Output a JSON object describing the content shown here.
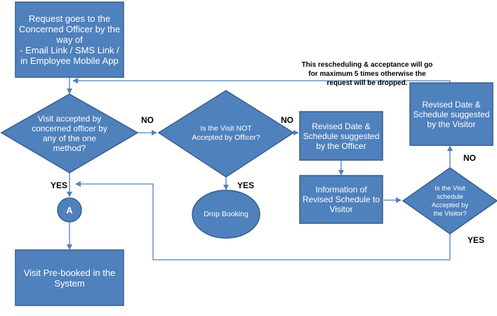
{
  "nodes": {
    "request": "Request goes to the Concerned Officer by the way of\n - Email Link / SMS Link / in Employee Mobile App",
    "decision_accepted": "Visit accepted by concerned officer by any of the one method?",
    "decision_not_accepted": "Is the Visit NOT Accepted by Officer?",
    "officer_revised": "Revised Date & Schedule suggested by the Officer",
    "info_revised": "Information of Revised Schedule to Visitor",
    "visitor_revised": "Revised Date & Schedule suggested by the Visitor",
    "decision_visitor": "Is the Visit schedule Accepted by the Visitor?",
    "connector_a": "A",
    "drop_booking": "Drop Booking",
    "prebooked": "Visit Pre-booked in the System"
  },
  "edges": {
    "no_1": "NO",
    "no_2": "NO",
    "no_3": "NO",
    "yes_1": "YES",
    "yes_2": "YES",
    "yes_3": "YES"
  },
  "note": "This rescheduling & acceptance will go\nfor maximum 5 times otherwise the\nrequest will be dropped."
}
